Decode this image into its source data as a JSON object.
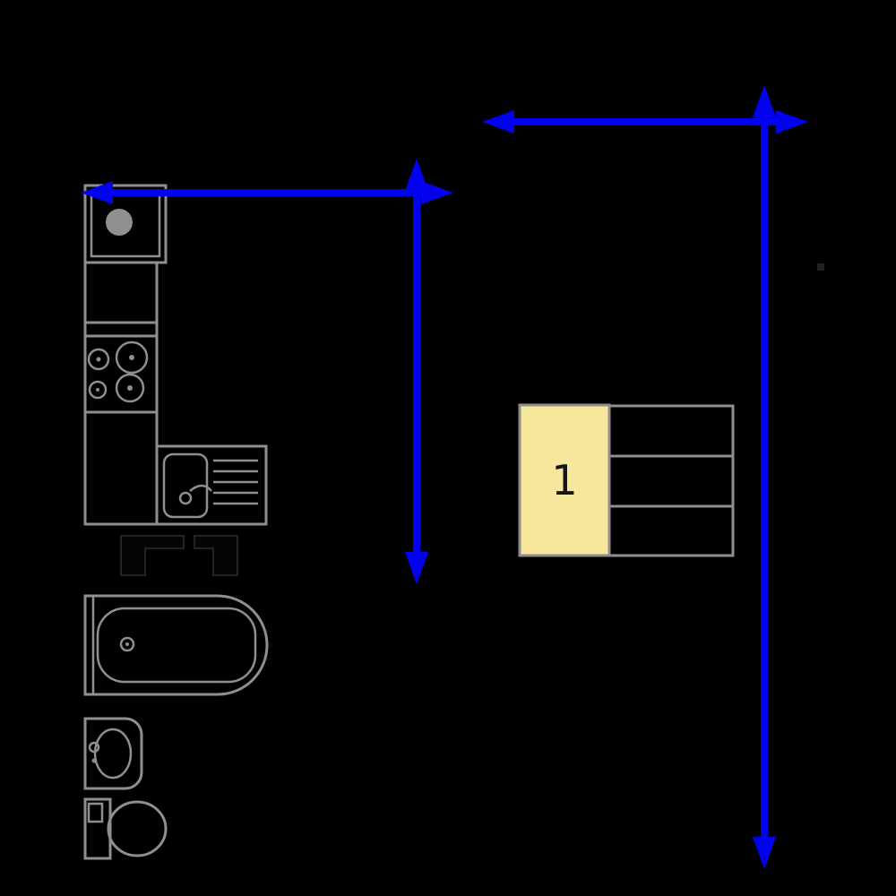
{
  "title": "studio-apartment-floorplan",
  "colors": {
    "background": "#000000",
    "dimension": "#0202EE",
    "fixture": "#8F8F8F",
    "furniture_fill": "#F6E79D",
    "label": "#151515",
    "dark_fixture": "#050505"
  },
  "furniture": {
    "label": "1",
    "name": "unit-1-wardrobe-with-shelves"
  },
  "fixtures": [
    "sink-cabinet",
    "kitchen-counter",
    "cooktop-four-burners",
    "kitchen-sink-with-drainboard",
    "dark-fittings",
    "bathtub",
    "washbasin",
    "toilet"
  ],
  "dimension_arrows": [
    {
      "name": "plan-width-arrow-top",
      "orientation": "horizontal"
    },
    {
      "name": "plan-height-arrow-right",
      "orientation": "vertical"
    },
    {
      "name": "kitchen-width-arrow",
      "orientation": "horizontal"
    },
    {
      "name": "kitchen-height-arrow",
      "orientation": "vertical"
    }
  ]
}
